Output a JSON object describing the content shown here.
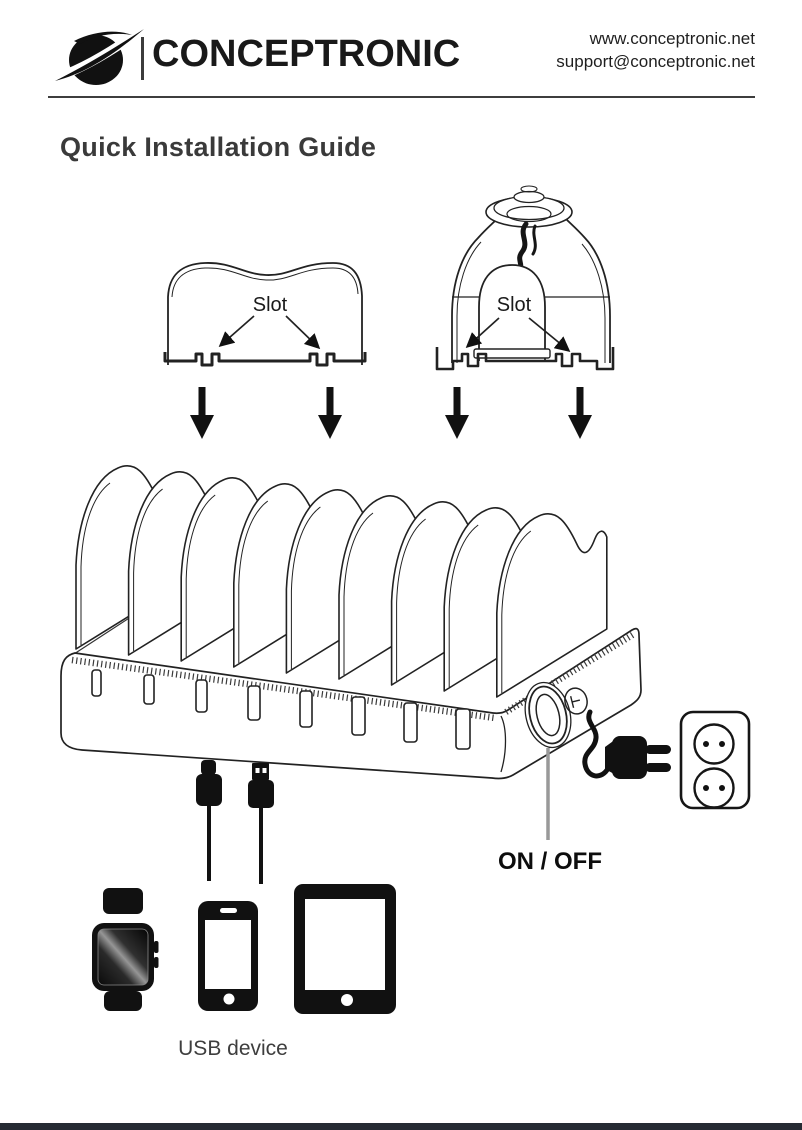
{
  "header": {
    "brand": "CONCEPTRONIC",
    "website": "www.conceptronic.net",
    "email": "support@conceptronic.net"
  },
  "title": "Quick Installation Guide",
  "diagram": {
    "slot_label_left": "Slot",
    "slot_label_right": "Slot",
    "power_label": "ON / OFF",
    "usb_device_label": "USB device",
    "icons": [
      {
        "name": "conceptronic-logo",
        "shape": "swoosh-circle"
      },
      {
        "name": "divider-front-view",
        "desc": "divider plate, front view, two bottom slots"
      },
      {
        "name": "divider-3d-view",
        "desc": "divider with watch-charger dock, two bottom slots"
      },
      {
        "name": "down-arrow",
        "glyph": "▼",
        "count": 4
      },
      {
        "name": "charging-station",
        "desc": "8-port USB charging station with divider plates"
      },
      {
        "name": "usb-c-connector"
      },
      {
        "name": "usb-a-connector"
      },
      {
        "name": "power-plug"
      },
      {
        "name": "wall-outlet"
      },
      {
        "name": "smartwatch"
      },
      {
        "name": "smartphone"
      },
      {
        "name": "tablet"
      }
    ]
  },
  "colors": {
    "ink": "#1c1c1c",
    "line": "#222222",
    "leader_gray": "#999999",
    "footer_bar": "#262b33"
  }
}
